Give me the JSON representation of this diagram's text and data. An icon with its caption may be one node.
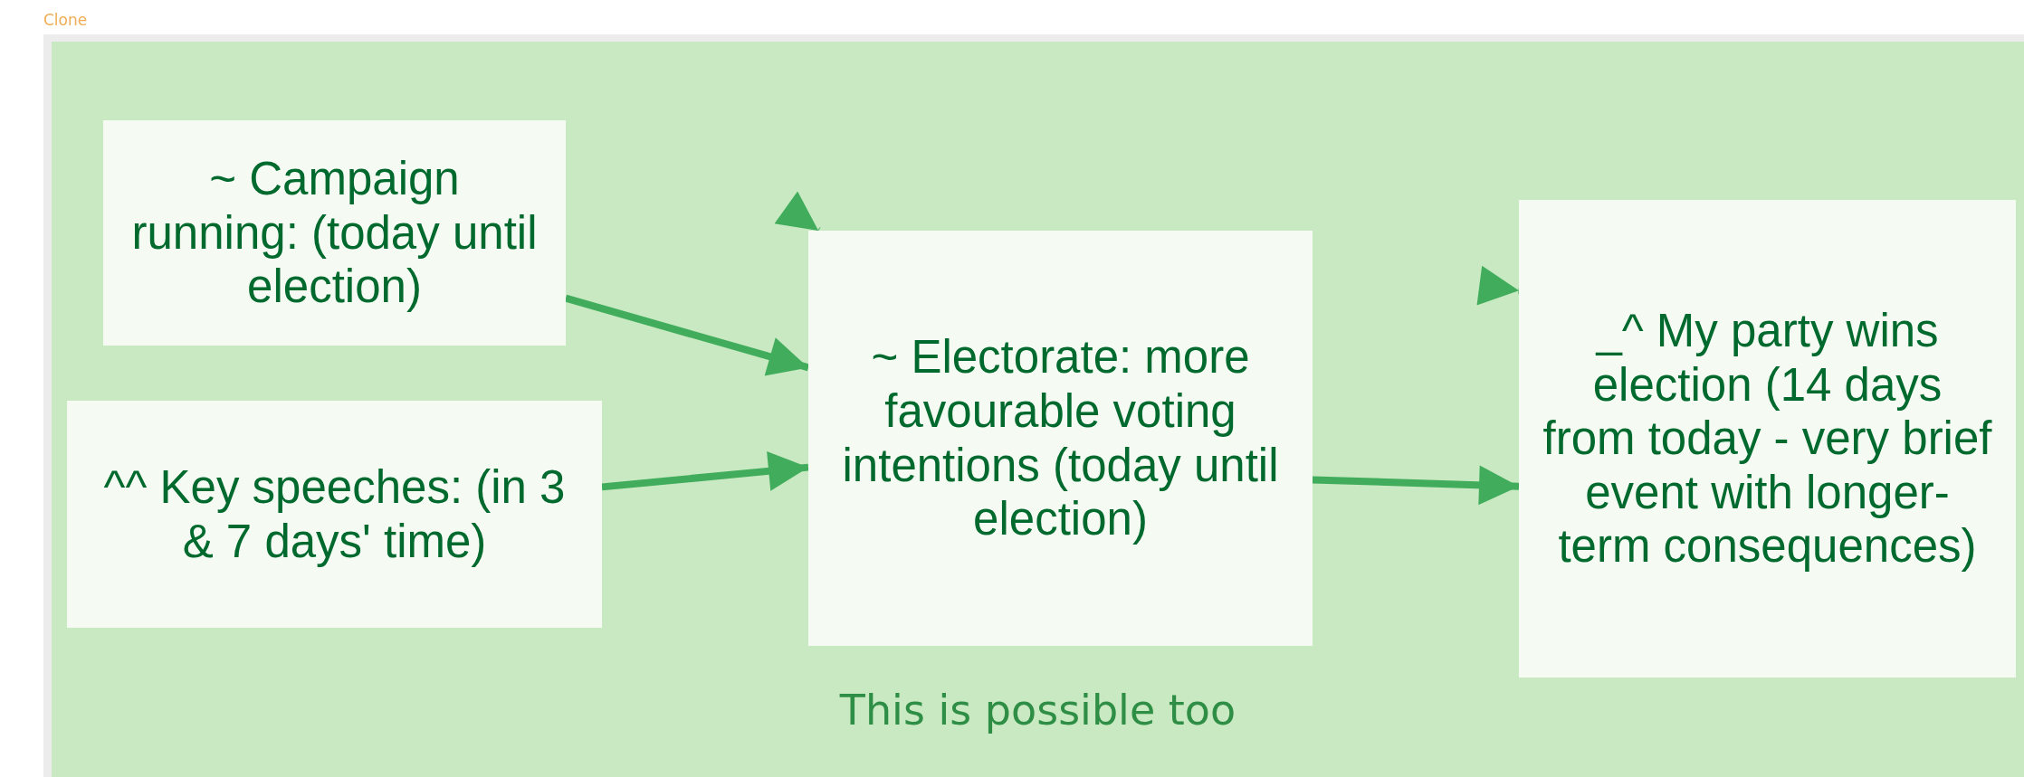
{
  "diagram": {
    "nodes": [
      {
        "text": [
          "This is possible too"
        ]
      },
      {
        "text": [
          "~ Campaign running: (today until election)"
        ],
        "in": 0
      },
      {
        "text": [
          "^^ Key speeches: (in 3 & 7 days' time)"
        ],
        "in": 0
      },
      {
        "text": [
          "~ Electorate: more favourable voting intentions (today until election)"
        ],
        "in": 0
      },
      {
        "text": [
          "_^ My party wins election (14 days from today - very brief event with longer-term consequences)"
        ],
        "in": 0
      }
    ],
    "edges": [
      {
        "from": 1,
        "to": 3,
        "arrow": "to"
      },
      {
        "from": 2,
        "to": 3,
        "arrow": "to"
      },
      {
        "from": 3,
        "to": 4,
        "arrow": "to"
      },
      {
        "from": null,
        "to": 3,
        "arrow": "to"
      },
      {
        "from": null,
        "to": 4,
        "arrow": "to"
      }
    ],
    "labels": [
      "Clone"
    ]
  }
}
